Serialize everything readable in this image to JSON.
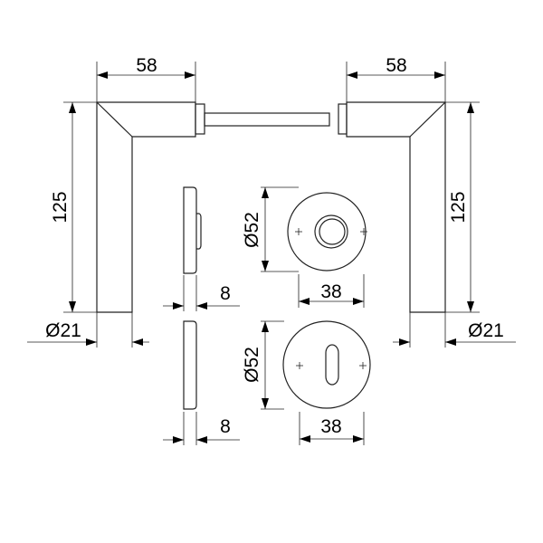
{
  "title": "Door handle set technical drawing",
  "colors": {
    "line": "#222222",
    "background": "#ffffff"
  },
  "dimensions": {
    "left_handle_length": "58",
    "left_handle_height": "125",
    "left_handle_diameter": "Ø21",
    "right_handle_length": "58",
    "right_handle_height": "125",
    "right_handle_diameter": "Ø21",
    "rose_thickness": "8",
    "escutcheon_thickness": "8",
    "rose_diameter": "Ø52",
    "rose_width": "38",
    "escutcheon_diameter": "Ø52",
    "escutcheon_width": "38"
  }
}
